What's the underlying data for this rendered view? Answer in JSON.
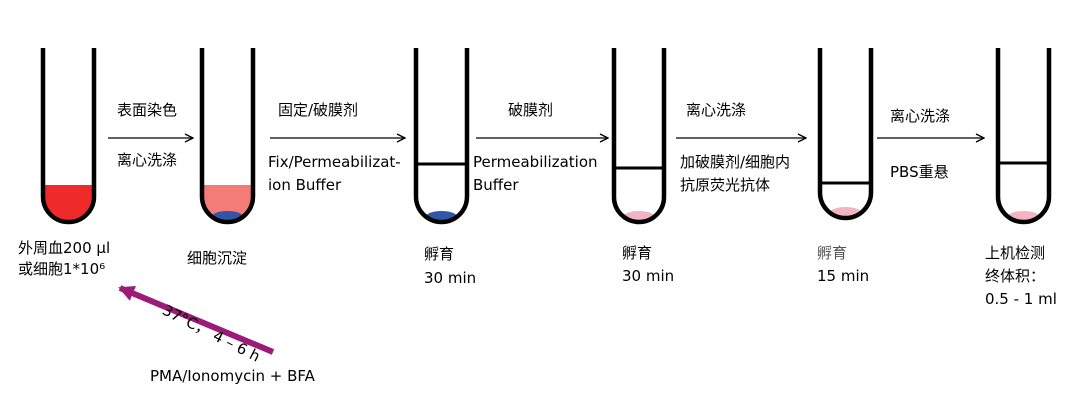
{
  "tubes": [
    {
      "id": "tube-1",
      "fill": "#ee2a2a",
      "pellet": null,
      "band": false,
      "caption": [
        "外周血200 μl",
        "或细胞1*10⁶"
      ]
    },
    {
      "id": "tube-2",
      "fill": "#f37b78",
      "pellet": "#3256a6",
      "band": false,
      "caption": [
        "细胞沉淀"
      ]
    },
    {
      "id": "tube-3",
      "fill": null,
      "pellet": "#3256a6",
      "band": true,
      "caption": [
        "孵育",
        "30 min"
      ]
    },
    {
      "id": "tube-4",
      "fill": null,
      "pellet": "#f2b3c3",
      "band": true,
      "caption": [
        "孵育",
        "30 min"
      ]
    },
    {
      "id": "tube-5",
      "fill": null,
      "pellet": "#f2b3c3",
      "band": true,
      "caption": [
        "孵育",
        "15 min"
      ]
    },
    {
      "id": "tube-6",
      "fill": null,
      "pellet": "#f2b3c3",
      "band": true,
      "caption": [
        "上机检测",
        "终体积：",
        "0.5 - 1 ml"
      ]
    }
  ],
  "steps": [
    {
      "above": [
        "表面染色"
      ],
      "below": [
        "离心洗涤"
      ]
    },
    {
      "above": [
        "固定/破膜剂"
      ],
      "below": [
        "Fix/Permeabilizat-",
        "ion Buffer"
      ]
    },
    {
      "above": [
        "破膜剂"
      ],
      "below": [
        "Permeabilization",
        "Buffer"
      ]
    },
    {
      "above": [
        "离心洗涤"
      ],
      "below": [
        "加破膜剂/细胞内",
        "抗原荧光抗体"
      ]
    },
    {
      "above": [
        "离心洗涤"
      ],
      "below": [
        "PBS重悬"
      ]
    }
  ],
  "stimulation": {
    "condition": "37°C，  4 – 6 h",
    "reagents": "PMA/Ionomycin + BFA",
    "arrow_color": "#9c1a78"
  },
  "colors": {
    "tube_outline": "#000000",
    "blood": "#ee2a2a",
    "light_red": "#f37b78",
    "pellet_blue": "#3256a6",
    "pellet_pink": "#f2b3c3"
  }
}
